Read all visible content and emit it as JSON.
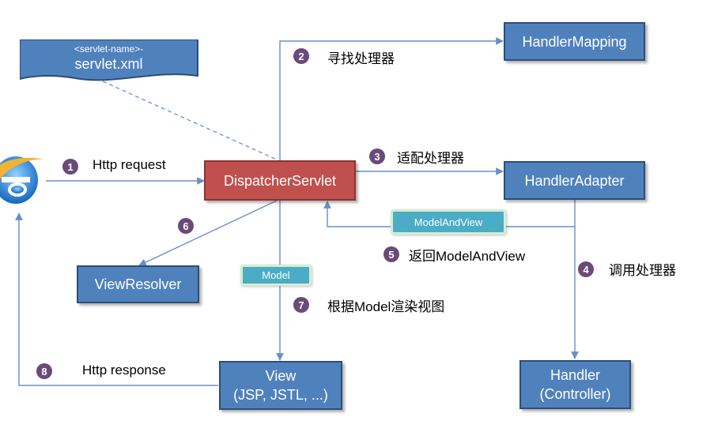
{
  "nodes": {
    "servlet_xml": {
      "top": "<servlet-name>-",
      "main": "servlet.xml"
    },
    "dispatcher": "DispatcherServlet",
    "handler_mapping": "HandlerMapping",
    "handler_adapter": "HandlerAdapter",
    "view_resolver": "ViewResolver",
    "view": {
      "line1": "View",
      "line2": "(JSP, JSTL, ...)"
    },
    "handler": {
      "line1": "Handler",
      "line2": "(Controller)"
    }
  },
  "tags": {
    "model_and_view": "ModelAndView",
    "model": "Model"
  },
  "steps": [
    {
      "num": "1",
      "label": "Http request"
    },
    {
      "num": "2",
      "label": "寻找处理器"
    },
    {
      "num": "3",
      "label": "适配处理器"
    },
    {
      "num": "4",
      "label": "调用处理器"
    },
    {
      "num": "5",
      "label": "返回ModelAndView"
    },
    {
      "num": "6",
      "label": ""
    },
    {
      "num": "7",
      "label": "根据Model渲染视图"
    },
    {
      "num": "8",
      "label": "Http response"
    }
  ],
  "colors": {
    "box_blue": "#4f81bd",
    "box_red": "#c0504d",
    "tag_teal": "#4bacc6",
    "connector": "#6a8fc8",
    "step_circle": "#6b4a7a"
  },
  "icons": {
    "browser": "internet-explorer-icon"
  }
}
